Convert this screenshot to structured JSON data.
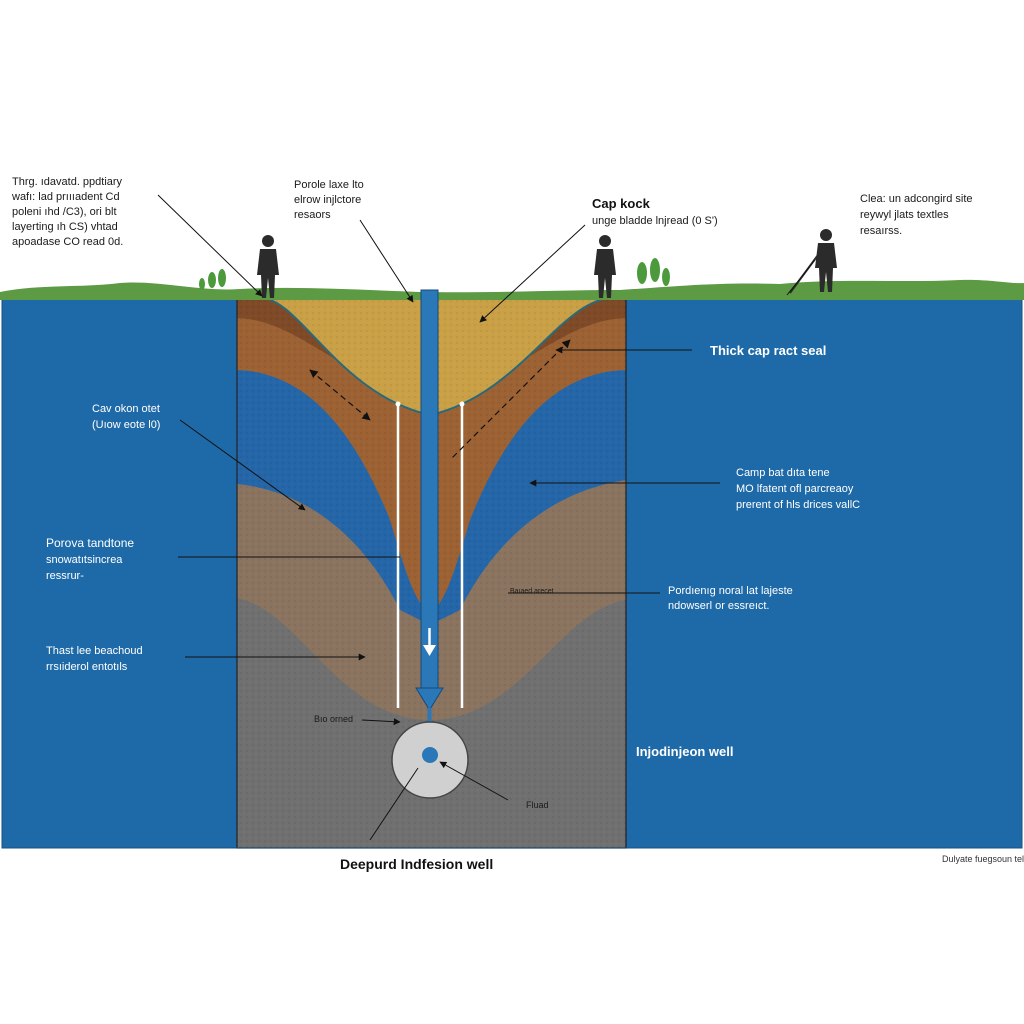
{
  "colors": {
    "water": "#1e6aa8",
    "ground": "#5d9a44",
    "sand_cap": "#c9a046",
    "brown_layer": "#9c6234",
    "blue_layer": "#2466a8",
    "tan_layer": "#8a7460",
    "gray_base": "#707070",
    "well": "#2a78b8"
  },
  "labels": {
    "top_left": [
      "Thrg. ıdavatd. ppdtiary",
      "wafı: lad prıııadent Cd",
      "poleni ıhd /C3), ori blt",
      "layerting ıh CS) vhtad",
      "apoadase CO read 0d."
    ],
    "top_center": [
      "Porole laxe lto",
      "elrow injlctore",
      "resaors"
    ],
    "cap_rock_title": "Cap kock",
    "cap_rock_sub": "unge bladde lnjread (0 S')",
    "top_right": [
      "Clea: un adcongird site",
      "reywyl jlats textles",
      "resaırss."
    ],
    "thick_cap": "Thick cap ract seal",
    "left_mid": [
      "Cav okon otet",
      "(Uıow eote l0)"
    ],
    "porous_sandstone": [
      "Porova tandtone",
      "snowatıtsincrea",
      "ressrur-"
    ],
    "left_low": [
      "Thast lee beachoud",
      "rrsıiderol entotıls"
    ],
    "right_mid": [
      "Camp bat dıta tene",
      "MO lfatent ofl parcreaoy",
      "prerent of hls drices vallC"
    ],
    "right_low": [
      "Pordıenıg noral lat lajeste",
      "ndowserl or essreıct."
    ],
    "inner_tag": "Baıaed arecet",
    "bio_label": "Bıo orned",
    "fluid": "Fluad",
    "injection_well": "Injodinjeon well",
    "bottom_caption": "Deepurd Indfesion well",
    "footer": "Dulyate fuegsoun tels"
  }
}
